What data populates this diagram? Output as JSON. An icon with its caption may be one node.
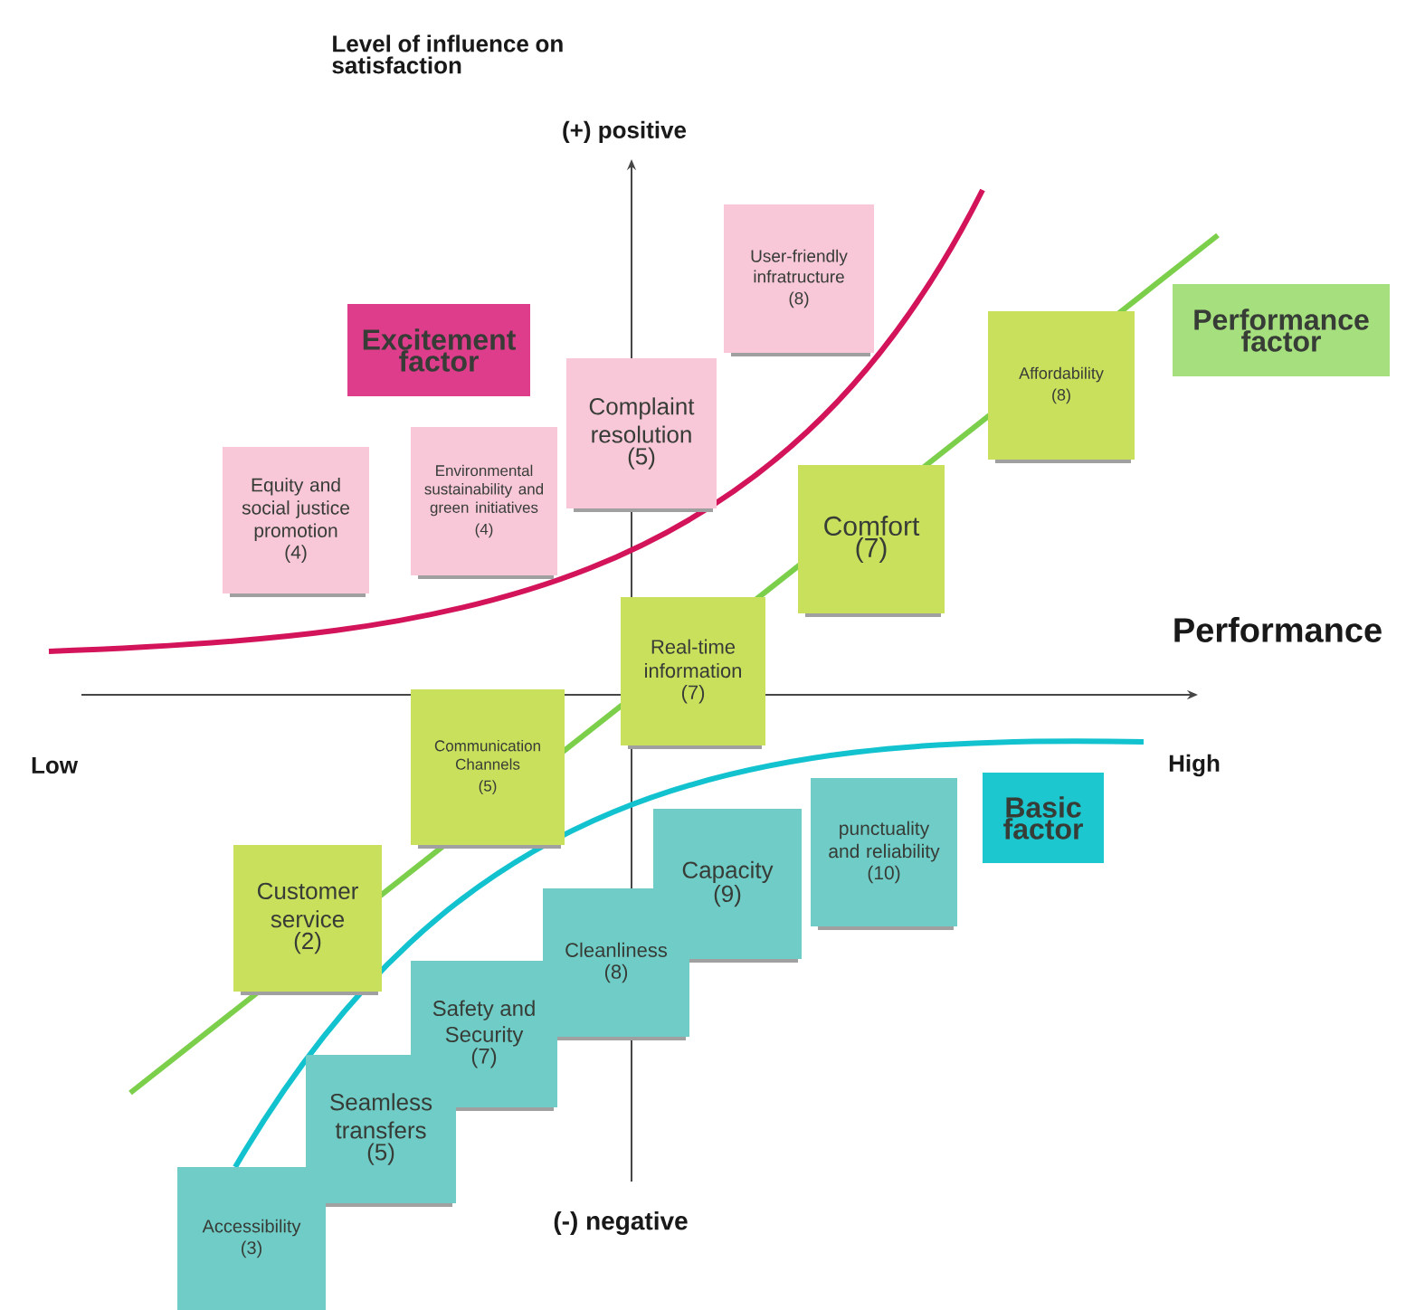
{
  "diagram": {
    "nodes": [
      {
        "text": [
          "User-friendly infratructure",
          "(8)"
        ]
      },
      {
        "text": [
          "Performance factor"
        ]
      },
      {
        "text": [
          "Excitement factor"
        ]
      },
      {
        "text": [
          "Affordability",
          "(8)"
        ]
      },
      {
        "text": [
          "Complaint resolution",
          "(5)"
        ]
      },
      {
        "text": [
          "Equity and social justice promotion",
          "(4)"
        ]
      },
      {
        "text": [
          "Environmental sustainability and green initiatives",
          "(4)"
        ]
      },
      {
        "text": [
          "Comfort",
          "(7)"
        ]
      },
      {
        "text": [
          "Real-time information",
          "(7)"
        ]
      },
      {
        "text": [
          "Communication Channels",
          "(5)"
        ]
      },
      {
        "text": [
          "punctuality and reliability",
          "(10)"
        ]
      },
      {
        "text": [
          "Basic factor"
        ]
      },
      {
        "text": [
          "Capacity",
          "(9)"
        ]
      },
      {
        "text": [
          "Customer service",
          "(2)"
        ]
      },
      {
        "text": [
          "Cleanliness",
          "(8)"
        ]
      },
      {
        "text": [
          "Safety and Security",
          "(7)"
        ]
      },
      {
        "text": [
          "Seamless transfers",
          "(5)"
        ]
      },
      {
        "text": [
          "Accessibility",
          "(3)"
        ]
      }
    ],
    "labels": [
      "Level of influence on satisfaction",
      "(+) positive",
      "Performance",
      "Low",
      "High",
      "(-) negative"
    ]
  }
}
